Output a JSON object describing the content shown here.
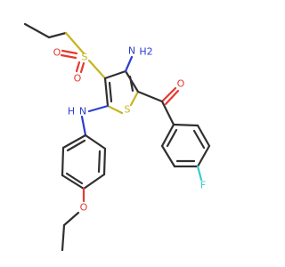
{
  "molecule": {
    "atom_labels": {
      "sulfonyl_o_left": "O",
      "sulfonyl_o_bottom": "O",
      "sulfonyl_s": "S",
      "amino_n": "N",
      "amino_h2": "H2",
      "ring_s": "S",
      "ketone_o": "O",
      "anilino_n": "N",
      "anilino_h": "H",
      "ether_o": "O",
      "fluoro_f": "F"
    },
    "colors": {
      "carbon": "#303030",
      "nitrogen": "#2b3fd1",
      "oxygen": "#e53a2f",
      "sulfur": "#c8b420",
      "fluorine": "#33cccc"
    }
  }
}
